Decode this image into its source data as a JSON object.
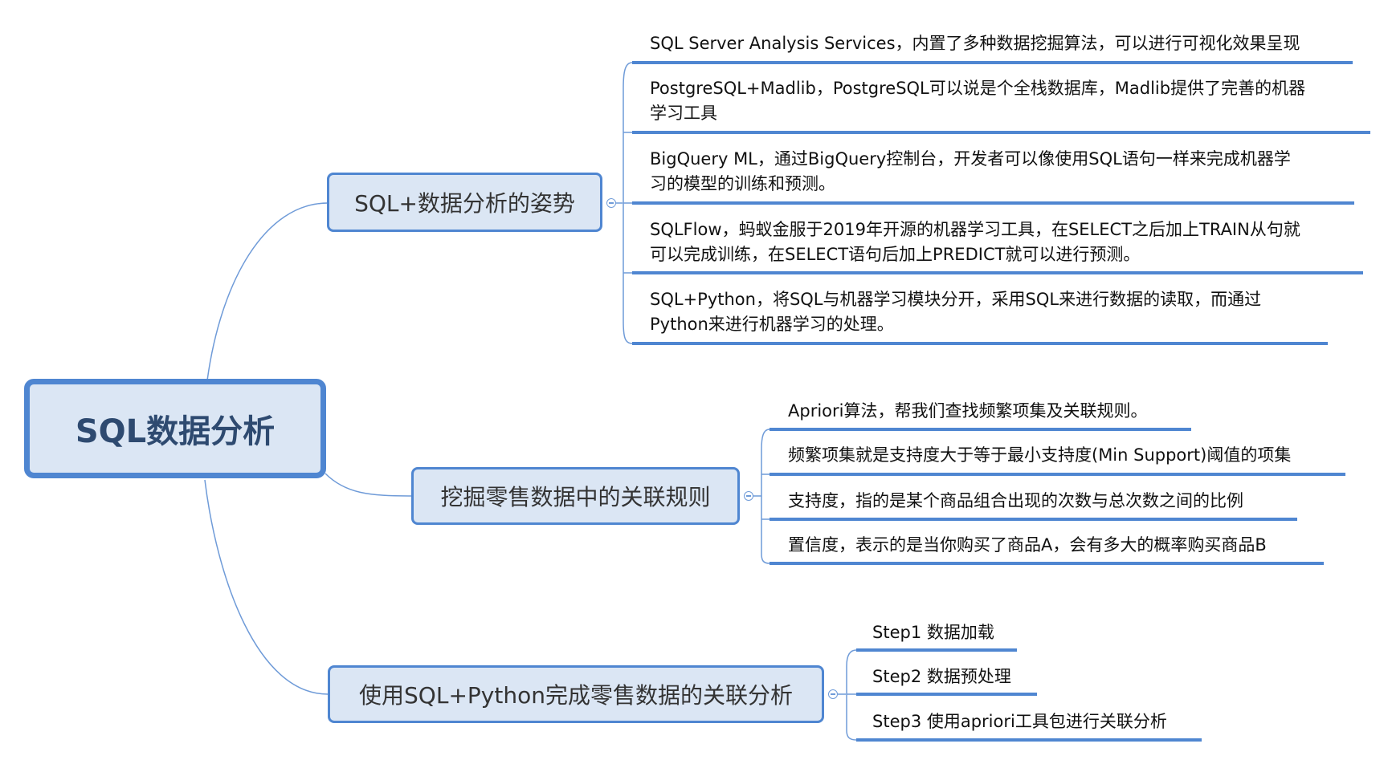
{
  "root": {
    "label": "SQL数据分析"
  },
  "branches": [
    {
      "label": "SQL+数据分析的姿势",
      "children": [
        [
          "SQL Server Analysis Services，内置了多种数据挖掘算法，可以进行可视化效果呈现"
        ],
        [
          "PostgreSQL+Madlib，PostgreSQL可以说是个全栈数据库，Madlib提供了完善的机器",
          "学习工具"
        ],
        [
          "BigQuery ML，通过BigQuery控制台，开发者可以像使用SQL语句一样来完成机器学",
          "习的模型的训练和预测。"
        ],
        [
          "SQLFlow，蚂蚁金服于2019年开源的机器学习工具，在SELECT之后加上TRAIN从句就",
          "可以完成训练，在SELECT语句后加上PREDICT就可以进行预测。"
        ],
        [
          "SQL+Python，将SQL与机器学习模块分开，采用SQL来进行数据的读取，而通过",
          "Python来进行机器学习的处理。"
        ]
      ]
    },
    {
      "label": "挖掘零售数据中的关联规则",
      "children": [
        [
          "Apriori算法，帮我们查找频繁项集及关联规则。"
        ],
        [
          "频繁项集就是支持度大于等于最小支持度(Min Support)阈值的项集"
        ],
        [
          "支持度，指的是某个商品组合出现的次数与总次数之间的比例"
        ],
        [
          "置信度，表示的是当你购买了商品A，会有多大的概率购买商品B"
        ]
      ]
    },
    {
      "label": "使用SQL+Python完成零售数据的关联分析",
      "children": [
        [
          "Step1 数据加载"
        ],
        [
          "Step2 数据预处理"
        ],
        [
          "Step3 使用apriori工具包进行关联分析"
        ]
      ]
    }
  ],
  "colors": {
    "accent": "#4f86d1",
    "node_fill": "#dbe6f4"
  }
}
